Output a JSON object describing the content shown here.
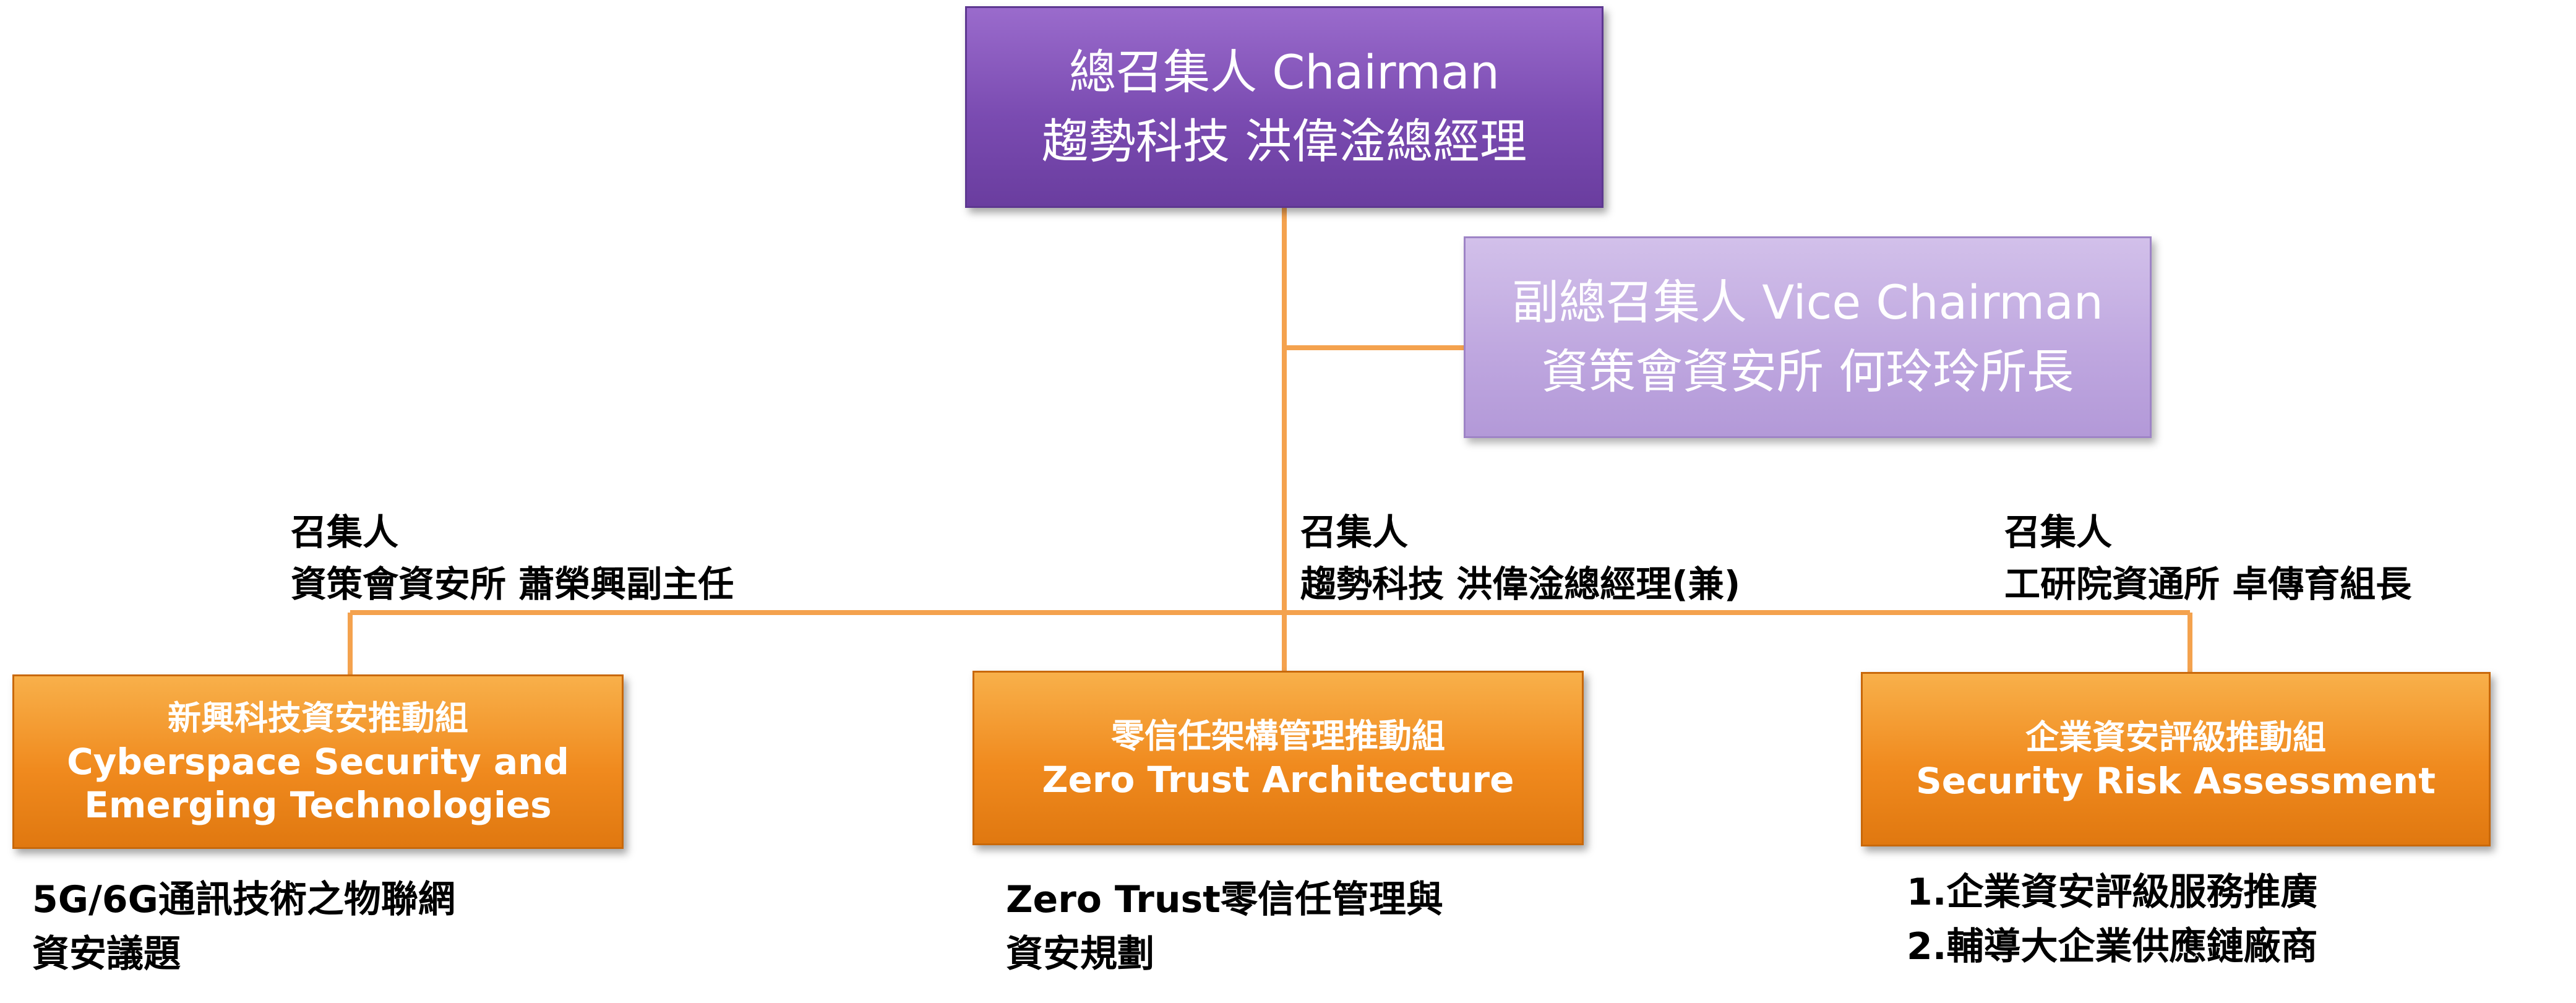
{
  "chairman": {
    "title": "總召集人 Chairman",
    "name": "趨勢科技 洪偉淦總經理",
    "color": "#7a4bb1"
  },
  "vice_chairman": {
    "title": "副總召集人 Vice Chairman",
    "name": "資策會資安所 何玲玲所長",
    "color": "#bea6df"
  },
  "connector_color": "#f4a24e",
  "groups": [
    {
      "convener_label": "召集人",
      "convener_name": "資策會資安所 蕭榮興副主任",
      "name_zh": "新興科技資安推動組",
      "name_en_line1": "Cyberspace Security and",
      "name_en_line2": "Emerging Technologies",
      "desc_line1": "5G/6G通訊技術之物聯網",
      "desc_line2": "資安議題"
    },
    {
      "convener_label": "召集人",
      "convener_name": "趨勢科技 洪偉淦總經理(兼)",
      "name_zh": "零信任架構管理推動組",
      "name_en_line1": "Zero Trust Architecture",
      "desc_line1": "Zero Trust零信任管理與",
      "desc_line2": "資安規劃"
    },
    {
      "convener_label": "召集人",
      "convener_name": "工研院資通所 卓傳育組長",
      "name_zh": "企業資安評級推動組",
      "name_en_line1": "Security Risk Assessment",
      "desc_line1": "1.企業資安評級服務推廣",
      "desc_line2": "2.輔導大企業供應鏈廠商"
    }
  ],
  "group_color": "#f08a1e"
}
